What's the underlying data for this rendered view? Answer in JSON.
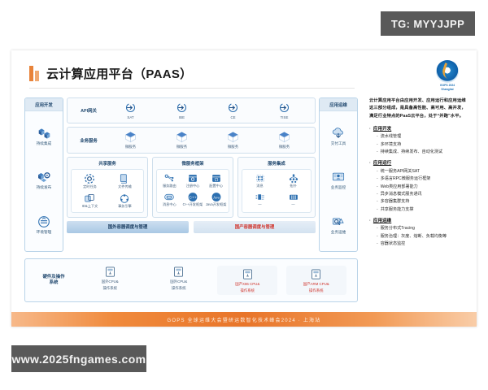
{
  "watermarks": {
    "telegram": "TG: MYYJJPP",
    "website": "www.2025fngames.com"
  },
  "slide": {
    "title": "云计算应用平台（PAAS）",
    "logo": {
      "name": "gops-logo",
      "caption_line1": "GOPS 2024",
      "caption_line2": "Shanghai"
    },
    "footer": "GOPS 全球运维大会暨研运数智化技术峰会2024 · 上海站"
  },
  "diagram": {
    "left_rail": {
      "header": "应用开发",
      "items": [
        {
          "icon": "cubes-icon",
          "label": "持续集成"
        },
        {
          "icon": "cubes-gear-icon",
          "label": "持续发布"
        },
        {
          "icon": "environment-icon",
          "label": "环境管理"
        }
      ]
    },
    "right_rail": {
      "header": "应用运维",
      "items": [
        {
          "icon": "delivery-tool-icon",
          "label": "交付工具"
        },
        {
          "icon": "business-monitor-icon",
          "label": "业务监控"
        },
        {
          "icon": "business-ops-icon",
          "label": "业务运维"
        }
      ]
    },
    "bands": [
      {
        "title": "API网关",
        "items": [
          {
            "icon": "gateway-icon",
            "label": "SAT"
          },
          {
            "icon": "gateway-icon",
            "label": "IBE"
          },
          {
            "icon": "gateway-icon",
            "label": "CE"
          },
          {
            "icon": "gateway-icon",
            "label": "TISE"
          }
        ]
      },
      {
        "title": "业务服务",
        "items": [
          {
            "icon": "cube-icon",
            "label": "微服务"
          },
          {
            "icon": "cube-icon",
            "label": "微服务"
          },
          {
            "icon": "cube-icon",
            "label": "微服务"
          },
          {
            "icon": "cube-icon",
            "label": "微服务"
          }
        ]
      }
    ],
    "panels": [
      {
        "title": "共享服务",
        "columns": 2,
        "cells": [
          {
            "icon": "scheduler-icon",
            "label": "定时任务"
          },
          {
            "icon": "file-transfer-icon",
            "label": "文件传输"
          },
          {
            "icon": "id-context-icon",
            "label": "ID&上下文"
          },
          {
            "icon": "transaction-engine-icon",
            "label": "事务引擎"
          }
        ]
      },
      {
        "title": "微服务框架",
        "columns": 3,
        "cells": [
          {
            "icon": "service-route-icon",
            "label": "服务路由"
          },
          {
            "icon": "registry-icon",
            "label": "注册中心"
          },
          {
            "icon": "config-center-icon",
            "label": "配置中心"
          },
          {
            "icon": "message-center-icon",
            "label": "消息中心"
          },
          {
            "icon": "cpp-icon",
            "label": "C++开发框架"
          },
          {
            "icon": "java-icon",
            "label": "Java开发框架"
          }
        ]
      },
      {
        "title": "服务集成",
        "columns": 2,
        "cells": [
          {
            "icon": "message-mesh-icon",
            "label": "消息"
          },
          {
            "icon": "orchestration-icon",
            "label": "拓扑"
          },
          {
            "icon": "data-flow-icon",
            "label": "—"
          },
          {
            "icon": "pipeline-icon",
            "label": "—"
          }
        ]
      }
    ],
    "container_bars": [
      {
        "label": "国外容器调度与管理",
        "color": "#1d3f63"
      },
      {
        "label": "国产容器调度与管理",
        "color": "#d0342c"
      }
    ],
    "hardware": {
      "title": "硬件及操作\n系统",
      "title_line1": "硬件及操作",
      "title_line2": "系统",
      "items": [
        {
          "icon": "server-icon",
          "line1": "国外CPU&",
          "line2": "操作系统",
          "domestic": false
        },
        {
          "icon": "server-icon",
          "line1": "国外CPU&",
          "line2": "操作系统",
          "domestic": false
        },
        {
          "icon": "server-icon",
          "line1": "国产X86 CPU&",
          "line2": "操作系统",
          "domestic": true
        },
        {
          "icon": "server-icon",
          "line1": "国产ARM CPU&",
          "line2": "操作系统",
          "domestic": true
        }
      ]
    }
  },
  "right_panel": {
    "intro": "云计算应用平台由应用开发、应用运行和应用运维这三部分组成，是具备高性能、高可用、高并发，满足行业特点的PaaS云平台，处于“并跑”水平。",
    "sections": [
      {
        "heading": "应用开发",
        "bullets": [
          "流水线管理",
          "多环境支持",
          "持续集成、持续发布、自动化测试"
        ]
      },
      {
        "heading": "应用运行",
        "bullets": [
          "统一服务API网关SAT",
          "多语言RPC微服务运行框架",
          "Web类应用部署能力",
          "异步消息模式服务通讯",
          "多容器集群支持",
          "共享服务能力支撑"
        ]
      },
      {
        "heading": "应用运维",
        "bullets": [
          "服务分布式Tracing",
          "服务治理：灰度、熔断、负载均衡等",
          "容器状态监控"
        ]
      }
    ]
  }
}
